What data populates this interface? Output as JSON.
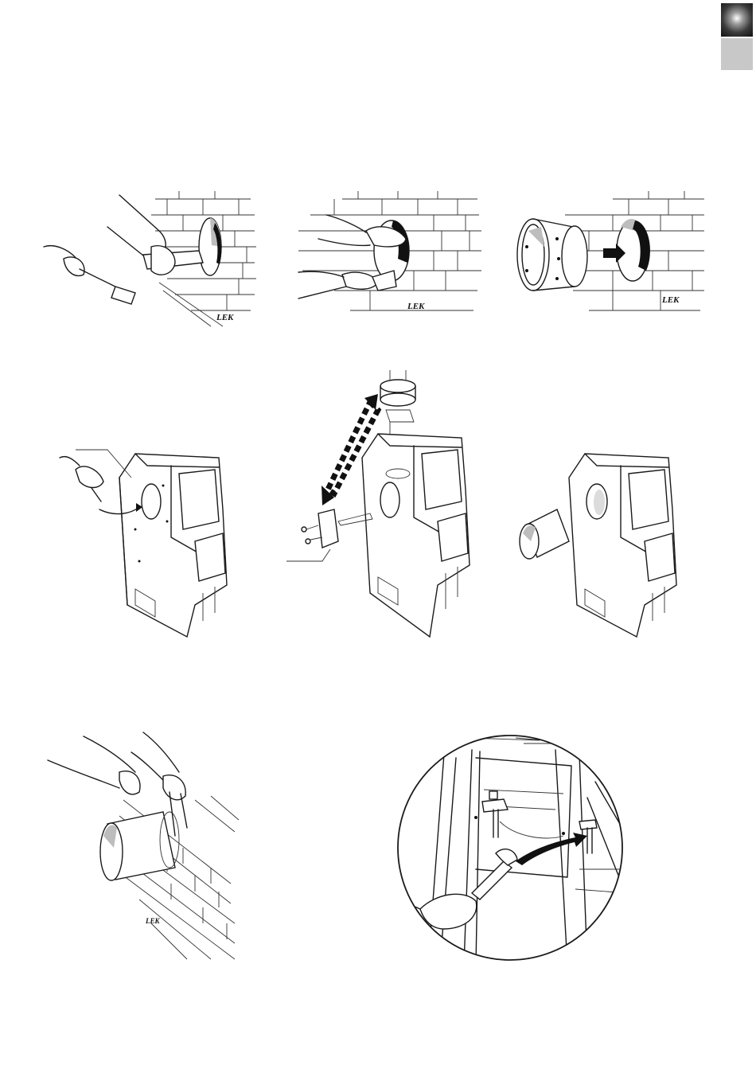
{
  "side_tab": {
    "colors": [
      "#111111",
      "#c8c8c8"
    ]
  },
  "figures": [
    {
      "name": "cut-hole-in-wall",
      "logo": "LEK"
    },
    {
      "name": "clean-wall-opening",
      "logo": "LEK"
    },
    {
      "name": "insert-sleeve",
      "logo": "LEK"
    },
    {
      "name": "remove-side-cover"
    },
    {
      "name": "move-flue-collar"
    },
    {
      "name": "insert-duct"
    },
    {
      "name": "seal-duct-in-wall",
      "logo": "LEK"
    },
    {
      "name": "adjust-leveling-feet"
    }
  ]
}
